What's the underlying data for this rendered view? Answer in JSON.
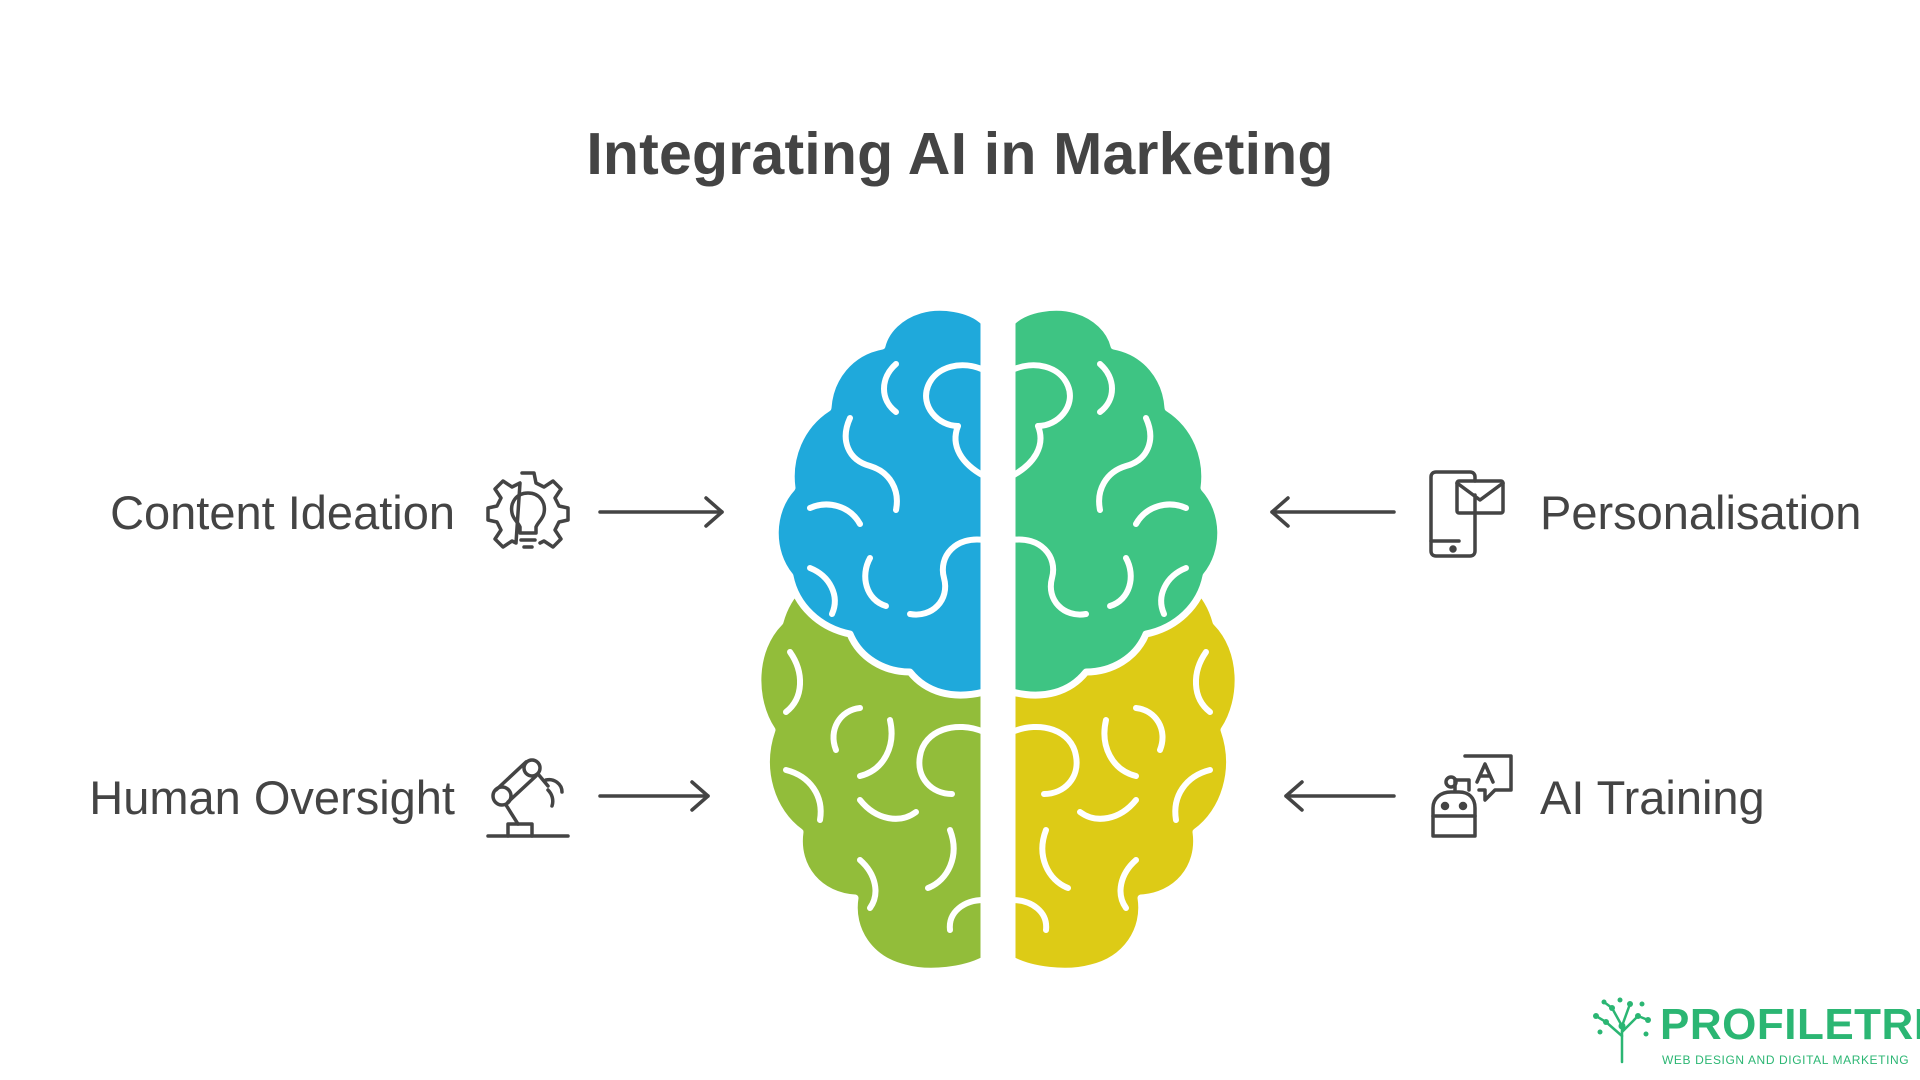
{
  "title": "Integrating AI in Marketing",
  "items": [
    {
      "label": "Content Ideation",
      "icon": "gear-lightbulb-icon",
      "color": "#1fa9db"
    },
    {
      "label": "Personalisation",
      "icon": "phone-mail-icon",
      "color": "#3ec483"
    },
    {
      "label": "Human Oversight",
      "icon": "robot-arm-icon",
      "color": "#92bd3a"
    },
    {
      "label": "AI Training",
      "icon": "robot-chat-icon",
      "color": "#ddcb16"
    }
  ],
  "logo": {
    "name": "PROFILETREE",
    "tagline": "WEB DESIGN AND DIGITAL MARKETING",
    "color": "#2bb673"
  },
  "colors": {
    "text": "#444444",
    "outline": "#ffffff"
  }
}
